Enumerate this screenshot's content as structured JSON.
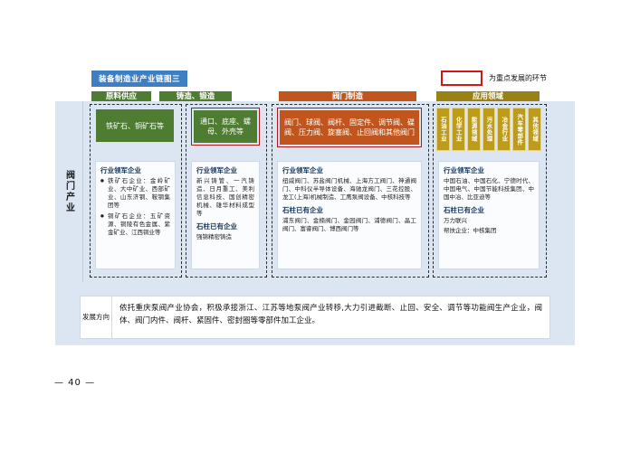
{
  "title_chip": "装备制造业产业链图三",
  "legend": {
    "label": "为重点发展的环节",
    "swatch_color": "#d31717"
  },
  "rail": {
    "label": "阀门产业"
  },
  "stages": [
    {
      "id": "raw",
      "chip": "原料供应",
      "chip_color": "#4e7c31"
    },
    {
      "id": "cast",
      "chip": "铸造、锻造",
      "chip_color": "#4e7c31"
    },
    {
      "id": "valve",
      "chip": "阀门制造",
      "chip_color": "#c0561d"
    },
    {
      "id": "app",
      "chip": "应用领域",
      "chip_color": "#9a8116"
    }
  ],
  "products": {
    "raw": "铁矿石、铜矿石等",
    "cast": "通口、底座、螺母、外壳等",
    "valve": "阀门、球阀、阀杆、固定件、调节阀、碟阀、压力阀、旋塞阀、止回阀和其他阀门"
  },
  "application_sectors": [
    "石油工业",
    "化学工业",
    "能源领域",
    "污水处理",
    "冶金行业",
    "汽车零部件",
    "其他领域"
  ],
  "cards": {
    "raw": {
      "leader_heading": "行业领军企业",
      "bullets": [
        "铁矿石企业：金岭矿业、大中矿业、西部矿业、山东济钢、鞍钢集团等",
        "铜矿石企业：五矿资源、铜陵有色金属、紫金矿业、江西铜业等"
      ]
    },
    "cast": {
      "leader_heading": "行业领军企业",
      "leader_text": "新兴铸管、一汽铸造、日月重工、美利信息科技、国创精密机械、雄华材料成型等",
      "local_heading": "石柱已有企业",
      "local_text": "强锦精密铸造"
    },
    "valve": {
      "leader_heading": "行业领军企业",
      "leader_text": "纽威阀门、苏盐阀门机械、上海方工阀门、神通阀门、中科仪半导体设备、海驰龙阀门、三花控股、龙工(上海)机械制造、工鹰泵阀设备、中核科技等",
      "local_heading": "石柱已有企业",
      "local_text": "浦东阀门、金楠阀门、金园阀门、浦德阀门、晶工阀门、富睿阀门、博西阀门等"
    },
    "app": {
      "leader_heading": "行业领军企业",
      "leader_text": "中国石油、中国石化、宁德时代、中国电气、中国节能科技集团、中国中冶、比亚迪等",
      "local_heading": "石柱已有企业",
      "local_text": "万力联兴",
      "extra_text": "帮扶企业：中核集团"
    }
  },
  "direction": {
    "label": "发展方向",
    "text": "依托重庆泵阀产业协会，积极承接浙江、江苏等地泵阀产业转移,大力引进截断、止回、安全、调节等功能阀生产企业，阀体、阀门内件、阀杆、紧固件、密封圈等零部件加工企业。"
  },
  "page_number": "— 40 —"
}
